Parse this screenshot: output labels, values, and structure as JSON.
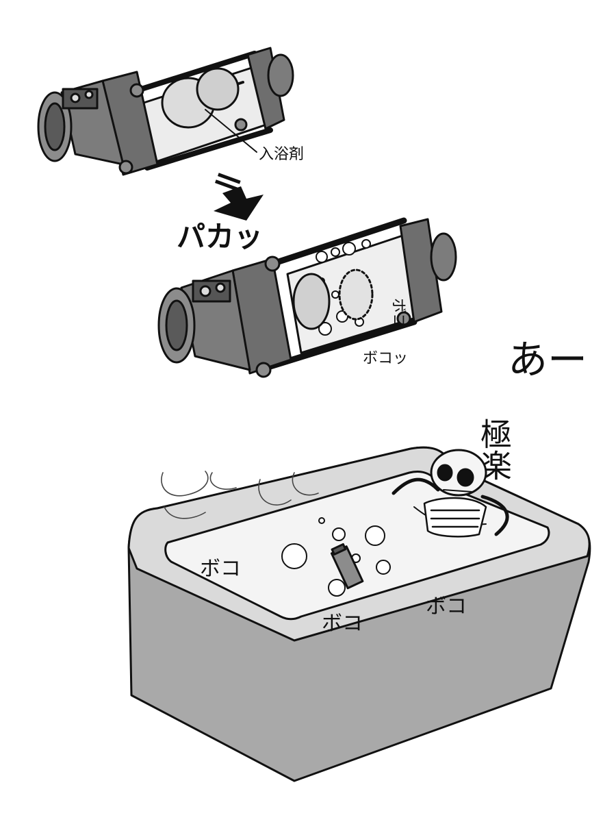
{
  "labels": {
    "bath_additive": "入浴剤",
    "pop_sound": "パカッ",
    "bubble_sound_canister": "ボコ",
    "bubble_sound_canister_small": "ボコッ",
    "bath_bubble_1": "ボコ",
    "bath_bubble_2": "ボコ",
    "bath_bubble_3": "ボコ",
    "relax_exclaim": "あー",
    "relax_phrase": "極楽…"
  },
  "colors": {
    "ink": "#111111",
    "dark_metal": "#6e6e6e",
    "mid_metal": "#8c8c8c",
    "glass": "#e9e9e9",
    "water": "#f2f2f2",
    "tub_side": "#a9a9a9",
    "tub_rim": "#d9d9d9"
  }
}
